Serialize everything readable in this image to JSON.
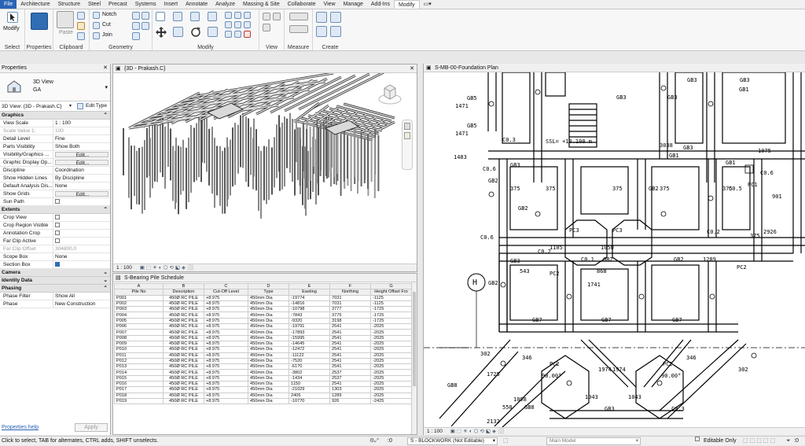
{
  "tabs": [
    "File",
    "Architecture",
    "Structure",
    "Steel",
    "Precast",
    "Systems",
    "Insert",
    "Annotate",
    "Analyze",
    "Massing & Site",
    "Collaborate",
    "View",
    "Manage",
    "Add-Ins",
    "Modify"
  ],
  "ribbon": {
    "modify_label": "Modify",
    "select_label": "Select",
    "properties_label": "Properties",
    "paste_label": "Paste",
    "clipboard_label": "Clipboard",
    "notch_label": "Notch",
    "cut_label": "Cut",
    "join_label": "Join",
    "geometry_label": "Geometry",
    "modify_panel_label": "Modify",
    "view_label": "View",
    "measure_label": "Measure",
    "create_label": "Create"
  },
  "properties": {
    "title": "Properties",
    "type_name": "3D View",
    "type_sub": "GA",
    "instance_select": "3D View: {3D - Prakash.C}",
    "edit_type": "Edit Type",
    "groups": {
      "graphics": "Graphics",
      "extents": "Extents",
      "camera": "Camera",
      "identity": "Identity Data",
      "phasing": "Phasing"
    },
    "rows": {
      "view_scale_k": "View Scale",
      "view_scale_v": "1 : 100",
      "scale_value_k": "Scale Value    1:",
      "scale_value_v": "100",
      "detail_level_k": "Detail Level",
      "detail_level_v": "Fine",
      "parts_vis_k": "Parts Visibility",
      "parts_vis_v": "Show Both",
      "vis_graphics_k": "Visibility/Graphics ...",
      "vis_graphics_v": "Edit...",
      "graphic_display_k": "Graphic Display Op...",
      "graphic_display_v": "Edit...",
      "discipline_k": "Discipline",
      "discipline_v": "Coordination",
      "hidden_lines_k": "Show Hidden Lines",
      "hidden_lines_v": "By Discipline",
      "analysis_k": "Default Analysis Dis...",
      "analysis_v": "None",
      "show_grids_k": "Show Grids",
      "show_grids_v": "Edit...",
      "sun_path_k": "Sun Path",
      "crop_view_k": "Crop View",
      "crop_region_k": "Crop Region Visible",
      "annotation_crop_k": "Annotation Crop",
      "far_clip_active_k": "Far Clip Active",
      "far_clip_offset_k": "Far Clip Offset",
      "far_clip_offset_v": "304800.0",
      "scope_box_k": "Scope Box",
      "scope_box_v": "None",
      "section_box_k": "Section Box",
      "phase_filter_k": "Phase Filter",
      "phase_filter_v": "Show All",
      "phase_k": "Phase",
      "phase_v": "New Construction"
    },
    "help": "Properties help",
    "apply": "Apply"
  },
  "view3d": {
    "title": "{3D - Prakash.C}",
    "scale": "1 : 100"
  },
  "schedule": {
    "title": "S-Bearing Pile Schedule",
    "letters": [
      "A",
      "B",
      "C",
      "D",
      "E",
      "F",
      "G"
    ],
    "headers": [
      "Pile No",
      "Description",
      "Cut-Off Level",
      "Type",
      "Easting",
      "Northing",
      "Height Offset Fro"
    ],
    "rows": [
      [
        "P001",
        "450Ø RC PILE",
        "+8.975",
        "450mm Dia",
        "-19774",
        "7031",
        "-1125"
      ],
      [
        "P002",
        "450Ø RC PILE",
        "+8.975",
        "450mm Dia",
        "-14816",
        "7031",
        "-1125"
      ],
      [
        "P003",
        "450Ø RC PILE",
        "+8.975",
        "450mm Dia",
        "-10798",
        "3777",
        "-1725"
      ],
      [
        "P004",
        "450Ø RC PILE",
        "+8.975",
        "450mm Dia",
        "-7843",
        "3775",
        "-1725"
      ],
      [
        "P005",
        "450Ø RC PILE",
        "+8.975",
        "450mm Dia",
        "-9320",
        "3198",
        "-1725"
      ],
      [
        "P006",
        "450Ø RC PILE",
        "+8.975",
        "450mm Dia",
        "-19791",
        "2541",
        "-2025"
      ],
      [
        "P007",
        "450Ø RC PILE",
        "+8.975",
        "450mm Dia",
        "-17893",
        "2541",
        "-2025"
      ],
      [
        "P008",
        "450Ø RC PILE",
        "+8.975",
        "450mm Dia",
        "-15995",
        "2541",
        "-2025"
      ],
      [
        "P009",
        "450Ø RC PILE",
        "+8.975",
        "450mm Dia",
        "-14645",
        "2541",
        "-2025"
      ],
      [
        "P010",
        "450Ø RC PILE",
        "+8.975",
        "450mm Dia",
        "-12472",
        "2541",
        "-2025"
      ],
      [
        "P011",
        "450Ø RC PILE",
        "+8.975",
        "450mm Dia",
        "-11122",
        "2541",
        "-2025"
      ],
      [
        "P012",
        "450Ø RC PILE",
        "+8.975",
        "450mm Dia",
        "-7520",
        "2541",
        "-2025"
      ],
      [
        "P013",
        "450Ø RC PILE",
        "+8.975",
        "450mm Dia",
        "-6170",
        "2541",
        "-2025"
      ],
      [
        "P014",
        "450Ø RC PILE",
        "+8.975",
        "450mm Dia",
        "-3802",
        "2537",
        "-2025"
      ],
      [
        "P015",
        "450Ø RC PILE",
        "+8.975",
        "450mm Dia",
        "-1434",
        "2537",
        "-2025"
      ],
      [
        "P016",
        "450Ø RC PILE",
        "+8.975",
        "450mm Dia",
        "1150",
        "2541",
        "-2025"
      ],
      [
        "P017",
        "450Ø RC PILE",
        "+8.975",
        "450mm Dia",
        "-21029",
        "1303",
        "-2025"
      ],
      [
        "P018",
        "450Ø RC PILE",
        "+8.975",
        "450mm Dia",
        "2406",
        "1289",
        "-2025"
      ],
      [
        "P019",
        "450Ø RC PILE",
        "+8.975",
        "450mm Dia",
        "-10770",
        "926",
        "-2425"
      ]
    ]
  },
  "plan": {
    "title": "S-MB-00-Foundation Plan",
    "scale": "1 : 100",
    "labels": {
      "gb3_a": "GB3",
      "gb3_b": "GB3",
      "gb3_c": "GB3",
      "gb3_d": "GB3",
      "gb3_e": "GB3",
      "gb3_f": "GB3",
      "gb3_g": "GB3",
      "gb3_h": "GB3",
      "gb1_a": "GB1",
      "gb1_b": "GB1",
      "gb1_c": "GB1",
      "gb2_a": "GB2",
      "gb2_b": "GB2",
      "gb2_c": "GB2",
      "gb2_d": "GB2",
      "gb2_e": "GB2",
      "gb2_f": "GB2",
      "gb5_a": "GB5",
      "gb5_b": "GB5",
      "gb7_a": "GB7",
      "gb7_b": "GB7",
      "gb7_c": "GB7",
      "gb8_a": "GB8",
      "gb8_b": "GB8",
      "pc1": "PC1",
      "pc2_a": "PC2",
      "pc2_b": "PC2",
      "pc2_c": "PC2",
      "pc2_d": "PC2",
      "pc3_a": "PC3",
      "pc3_b": "PC3",
      "ssl": "SSL= +10.100 m",
      "grid_h": "H",
      "d1471a": "1471",
      "d1471b": "1471",
      "d1483": "1483",
      "d3038": "3038",
      "d1075": "1075",
      "d901": "901",
      "d2926": "2926",
      "d375a": "375",
      "d375b": "375",
      "d375c": "375",
      "d375d": "375",
      "d375e": "375",
      "d375f": "375",
      "d1105": "1105",
      "d1050": "1050",
      "d868": "868",
      "d1741": "1741",
      "d543": "543",
      "d1289": "1289",
      "d302a": "302",
      "d302b": "302",
      "d346a": "346",
      "d346b": "346",
      "d1725": "1725",
      "d1974a": "1974",
      "d1974b": "1974",
      "d1043a": "1043",
      "d1043b": "1043",
      "d550": "550",
      "d1098": "1098",
      "d2132": "2132",
      "a90a": "90.00°",
      "a90b": "90.00°",
      "c03a": "C0.3",
      "c03b": "C0.3",
      "c06a": "C0.6",
      "c06b": "C0.6",
      "c06c": "C0.6",
      "c05": "C0.5",
      "c02a": "C0.2",
      "c02b": "C0.2",
      "c01": "C0.1"
    }
  },
  "status": {
    "hint": "Click to select, TAB for alternates, CTRL adds, SHIFT unselects.",
    "workset": "S - BLOCKWORK (Not Editable)",
    "model": "Main Model",
    "editable_only": "Editable Only",
    "zero": ":0"
  },
  "colors": {
    "file_tab": "#2a64b5",
    "accent": "#2f6db5"
  }
}
